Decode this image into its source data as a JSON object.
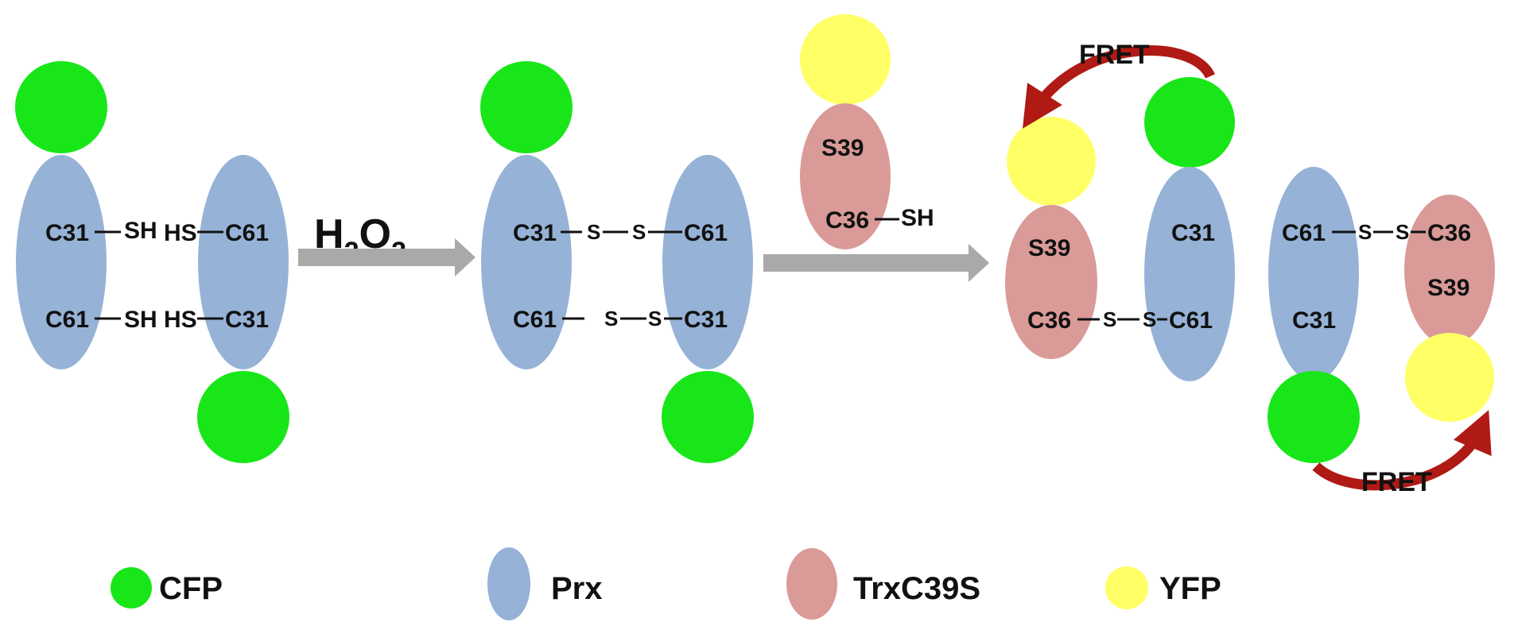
{
  "colors": {
    "cfp": "#19e619",
    "prx": "#96b2d7",
    "trx": "#d99a98",
    "yfp": "#ffff66",
    "arrow_gray": "#a9a9a9",
    "fret_arrow": "#b01a14"
  },
  "stage1": {
    "left": {
      "top": "C31",
      "top_group": "SH",
      "bottom": "C61",
      "bottom_group": "SH"
    },
    "right": {
      "top": "C61",
      "top_group": "HS",
      "bottom": "C31",
      "bottom_group": "HS"
    }
  },
  "reagent": {
    "main": "H",
    "sub1": "2",
    "mid": "O",
    "sub2": "2"
  },
  "stage2": {
    "left": {
      "top": "C31",
      "bottom": "C61"
    },
    "right": {
      "top": "C61",
      "bottom": "C31"
    },
    "sulfur": "S"
  },
  "trx_free": {
    "top": "S39",
    "bottom": "C36",
    "group": "SH"
  },
  "stage3": {
    "fret_top": "FRET",
    "fret_bottom": "FRET",
    "trx_left": {
      "top": "S39",
      "bottom": "C36"
    },
    "prx_mid": {
      "top": "C31",
      "bottom": "C61"
    },
    "prx_right": {
      "top": "C61",
      "bottom": "C31"
    },
    "trx_right": {
      "top": "C36",
      "bottom": "S39"
    },
    "sulfur": "S"
  },
  "legend": [
    {
      "label": "CFP",
      "shape": "circle",
      "color": "#19e619"
    },
    {
      "label": "Prx",
      "shape": "ellipse",
      "color": "#96b2d7"
    },
    {
      "label": "TrxC39S",
      "shape": "ellipse",
      "color": "#d99a98"
    },
    {
      "label": "YFP",
      "shape": "circle",
      "color": "#ffff66"
    }
  ]
}
